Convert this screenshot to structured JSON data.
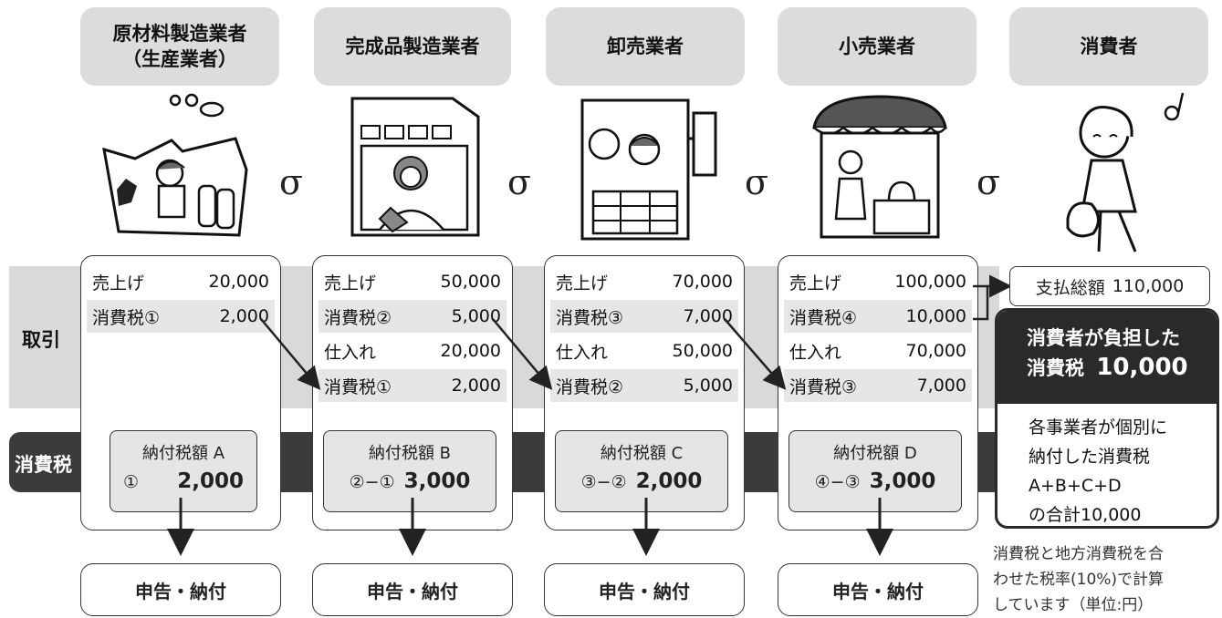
{
  "stages": [
    {
      "name_line1": "原材料製造業者",
      "name_line2": "（生産業者）",
      "sales_label": "売上げ",
      "sales": "20,000",
      "tax_label": "消費税①",
      "tax": "2,000",
      "purchase_label": "",
      "purchase": "",
      "input_tax_label": "",
      "input_tax": "",
      "pay_title": "納付税額 A",
      "pay_formula": "①",
      "pay_amount": "2,000",
      "file_label": "申告・納付"
    },
    {
      "name_line1": "完成品製造業者",
      "name_line2": "",
      "sales_label": "売上げ",
      "sales": "50,000",
      "tax_label": "消費税②",
      "tax": "5,000",
      "purchase_label": "仕入れ",
      "purchase": "20,000",
      "input_tax_label": "消費税①",
      "input_tax": "2,000",
      "pay_title": "納付税額 B",
      "pay_formula": "②−①",
      "pay_amount": "3,000",
      "file_label": "申告・納付"
    },
    {
      "name_line1": "卸売業者",
      "name_line2": "",
      "sales_label": "売上げ",
      "sales": "70,000",
      "tax_label": "消費税③",
      "tax": "7,000",
      "purchase_label": "仕入れ",
      "purchase": "50,000",
      "input_tax_label": "消費税②",
      "input_tax": "5,000",
      "pay_title": "納付税額 C",
      "pay_formula": "③−②",
      "pay_amount": "2,000",
      "file_label": "申告・納付"
    },
    {
      "name_line1": "小売業者",
      "name_line2": "",
      "sales_label": "売上げ",
      "sales": "100,000",
      "tax_label": "消費税④",
      "tax": "10,000",
      "purchase_label": "仕入れ",
      "purchase": "70,000",
      "input_tax_label": "消費税③",
      "input_tax": "7,000",
      "pay_title": "納付税額 D",
      "pay_formula": "④−③",
      "pay_amount": "3,000",
      "file_label": "申告・納付"
    }
  ],
  "consumer": {
    "name": "消費者",
    "total_label": "支払総額",
    "total": "110,000",
    "burden_line1": "消費者が負担した",
    "burden_line2_label": "消費税",
    "burden_amount": "10,000",
    "sum_line1": "各事業者が個別に",
    "sum_line2": "納付した消費税",
    "sum_line3": "A+B+C+D",
    "sum_line4": "の合計10,000"
  },
  "row_labels": {
    "transaction": "取引",
    "consumption_tax": "消費税"
  },
  "flow_symbol": "σ",
  "note": [
    "消費税と地方消費税を合",
    "わせた税率(10%)で計算",
    "しています（単位:円）"
  ],
  "illustrations": [
    "factory-icon",
    "workshop-icon",
    "wholesale-shop-icon",
    "retail-shop-icon",
    "consumer-icon"
  ]
}
